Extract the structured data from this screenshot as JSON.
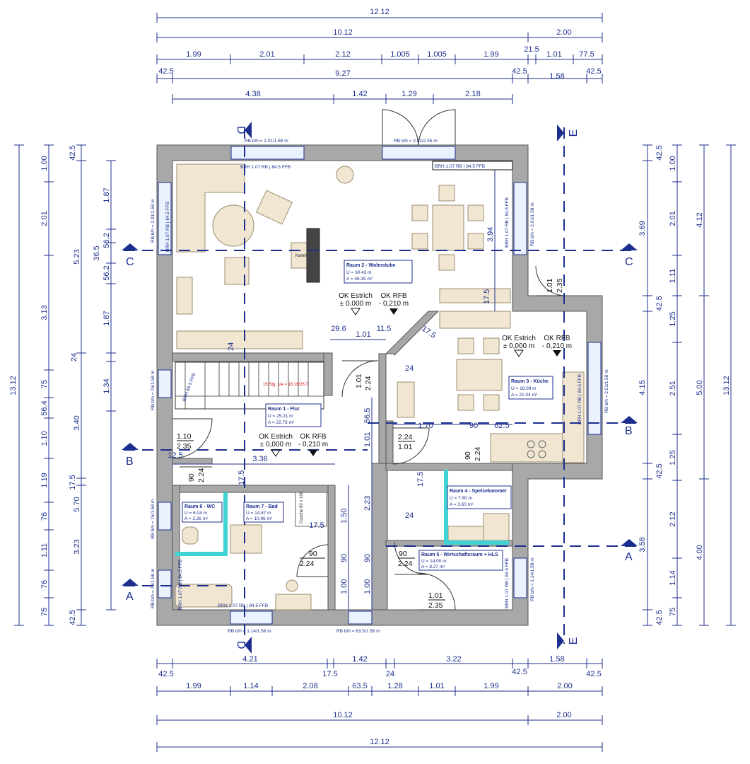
{
  "dims": {
    "top": {
      "row1": [
        "12.12"
      ],
      "row2": [
        "10.12",
        "2.00"
      ],
      "row3": [
        "1.99",
        "2.01",
        "2.12",
        "1.005",
        "1.005",
        "1.99",
        "21.5",
        "1.01",
        "77.5"
      ],
      "row4": [
        "42.5",
        "9.27",
        "42.5",
        "1.58",
        "42.5"
      ],
      "row5": [
        "4.38",
        "1.42",
        "1.29",
        "2.18"
      ]
    },
    "bottom": {
      "row1": [
        "42.5",
        "4.21",
        "17.5",
        "1.42",
        "24",
        "3.22",
        "42.5",
        "1.58",
        "42.5"
      ],
      "row2": [
        "1.99",
        "1.14",
        "2.08",
        "63.5",
        "1.28",
        "1.01",
        "1.99",
        "2.00"
      ],
      "row3": [
        "10.12",
        "2.00"
      ],
      "row4": [
        "12.12"
      ]
    },
    "left": {
      "total": "13.12",
      "col2": [
        "1.00",
        "2.01",
        "3.13",
        "75",
        "56.4",
        "1.10",
        "1.19",
        "76",
        "1.11",
        "76",
        "75"
      ],
      "col3": [
        "42.5",
        "5.23",
        "3.40",
        "5.70",
        "17.5",
        "3.23",
        "42.5"
      ],
      "col4": [
        "1.87",
        "36.5",
        "56.2",
        "56.2",
        "1.87",
        "24",
        "1.34"
      ]
    },
    "right": {
      "total": "13.12",
      "col1": [
        "42.5",
        "3.69",
        "42.5",
        "4.15",
        "42.5",
        "3.58",
        "42.5"
      ],
      "col2": [
        "1.00",
        "2.01",
        "1.11",
        "1.25",
        "2.51",
        "1.25",
        "2.12",
        "1.14",
        "75"
      ],
      "col3": [
        "4.12",
        "5.00",
        "4.00"
      ]
    }
  },
  "sections": {
    "a": "A",
    "b": "B",
    "c": "C",
    "d": "D",
    "e": "E"
  },
  "rooms": [
    {
      "title": "Raum 2 - Wohnstube",
      "u": "U = 30.43 m",
      "a": "A = 46.35 m²"
    },
    {
      "title": "Raum 3 - Küche",
      "u": "U = 18.09 m",
      "a": "A = 21.04 m²"
    },
    {
      "title": "Raum 1 - Flur",
      "u": "U = 25.21 m",
      "a": "A = 22.73 m²"
    },
    {
      "title": "Raum 4 - Speisekammer",
      "u": "U = 7.60 m",
      "a": "A = 3.60 m²"
    },
    {
      "title": "Raum 6 - WC",
      "u": "U = 6.04 m",
      "a": "A = 2.26 m²"
    },
    {
      "title": "Raum 7 - Bad",
      "u": "U = 14.87 m",
      "a": "A = 10.96 m²"
    },
    {
      "title": "Raum 5 - Wirtschaftsraum + HLS",
      "u": "U = 14.00 m",
      "a": "A = 8.27 m²"
    }
  ],
  "levels": {
    "estrich": "OK Estrich",
    "estrich_val": "± 0,000 m",
    "rfb": "OK RFB",
    "rfb_val": "- 0,210 m"
  },
  "doors": [
    {
      "w": "1.10",
      "h": "2.35"
    },
    {
      "w": "1.01",
      "h": "2.24"
    },
    {
      "w": "2.24",
      "h": "1.01"
    },
    {
      "w": "90",
      "h": "2.24"
    },
    {
      "w": "90",
      "h": "2.24"
    },
    {
      "w": "90",
      "h": "2.24"
    },
    {
      "w": "90",
      "h": "2.24"
    },
    {
      "w": "1.01",
      "h": "2.35"
    },
    {
      "w": "1.01",
      "h": "2.35"
    }
  ],
  "inner_dims": {
    "d1": "29.6",
    "d2": "1.01",
    "d3": "11.5",
    "d4": "17.5",
    "d5": "24",
    "d6": "3.94",
    "d7": "17.5",
    "d8": "1.70",
    "d9": "90",
    "d10": "62.5",
    "d11": "56.5",
    "d12": "1.01",
    "d13": "2.23",
    "d14": "90",
    "d15": "1.00",
    "d16": "3.36",
    "d17": "12.5",
    "d18": "17.5",
    "d19": "1.50",
    "d20": "90",
    "d21": "1.00",
    "d22": "17.5",
    "d23": "24",
    "d24": "17.5",
    "d25": "24"
  },
  "window_labels": {
    "w1": "RB b/h = 2.01/1.58 m",
    "w2": "RB b/h = 2.01/2.35 m",
    "w3": "BRH 1.07 RB | 84.5 FFB",
    "w4": "BRH 1.07 RB | 84.5 FFB",
    "w5": "RB b/h = 2.01/1.58 m",
    "w6": "BRH 1.07 RB | 84.5 FFB",
    "w7": "RB b/h = 2.01/1.58 m",
    "w8": "BRH 1.07 RB | 84.5 FFB",
    "w9": "RB b/h = 76/1.58 m",
    "w10": "BRH 84.5 FFB",
    "w11": "RB b/h = 2.51/1.58 m",
    "w12": "BRH 1.07 RB | 84.5 FFB",
    "w13": "RB b/h = 76/1.58 m",
    "w14": "RB b/h = 76/1.58 m",
    "w15": "BRH 1.07 RB | 84.5 FFB",
    "w16": "BRH 1.07 RB | 84.5 FFB",
    "w17": "RB b/h = 1.14/1.58 m",
    "w18": "RB b/h = 63.5/1.58 m",
    "w19": "BRH 1.07 RB | 84.5 FFB",
    "w20": "RB b/h = 1.14/1.58 m"
  },
  "stair": "15 Stg. s/a = 18.16/26.7",
  "kamin": "Kamin",
  "dusche": "Dusche 90 x 100"
}
